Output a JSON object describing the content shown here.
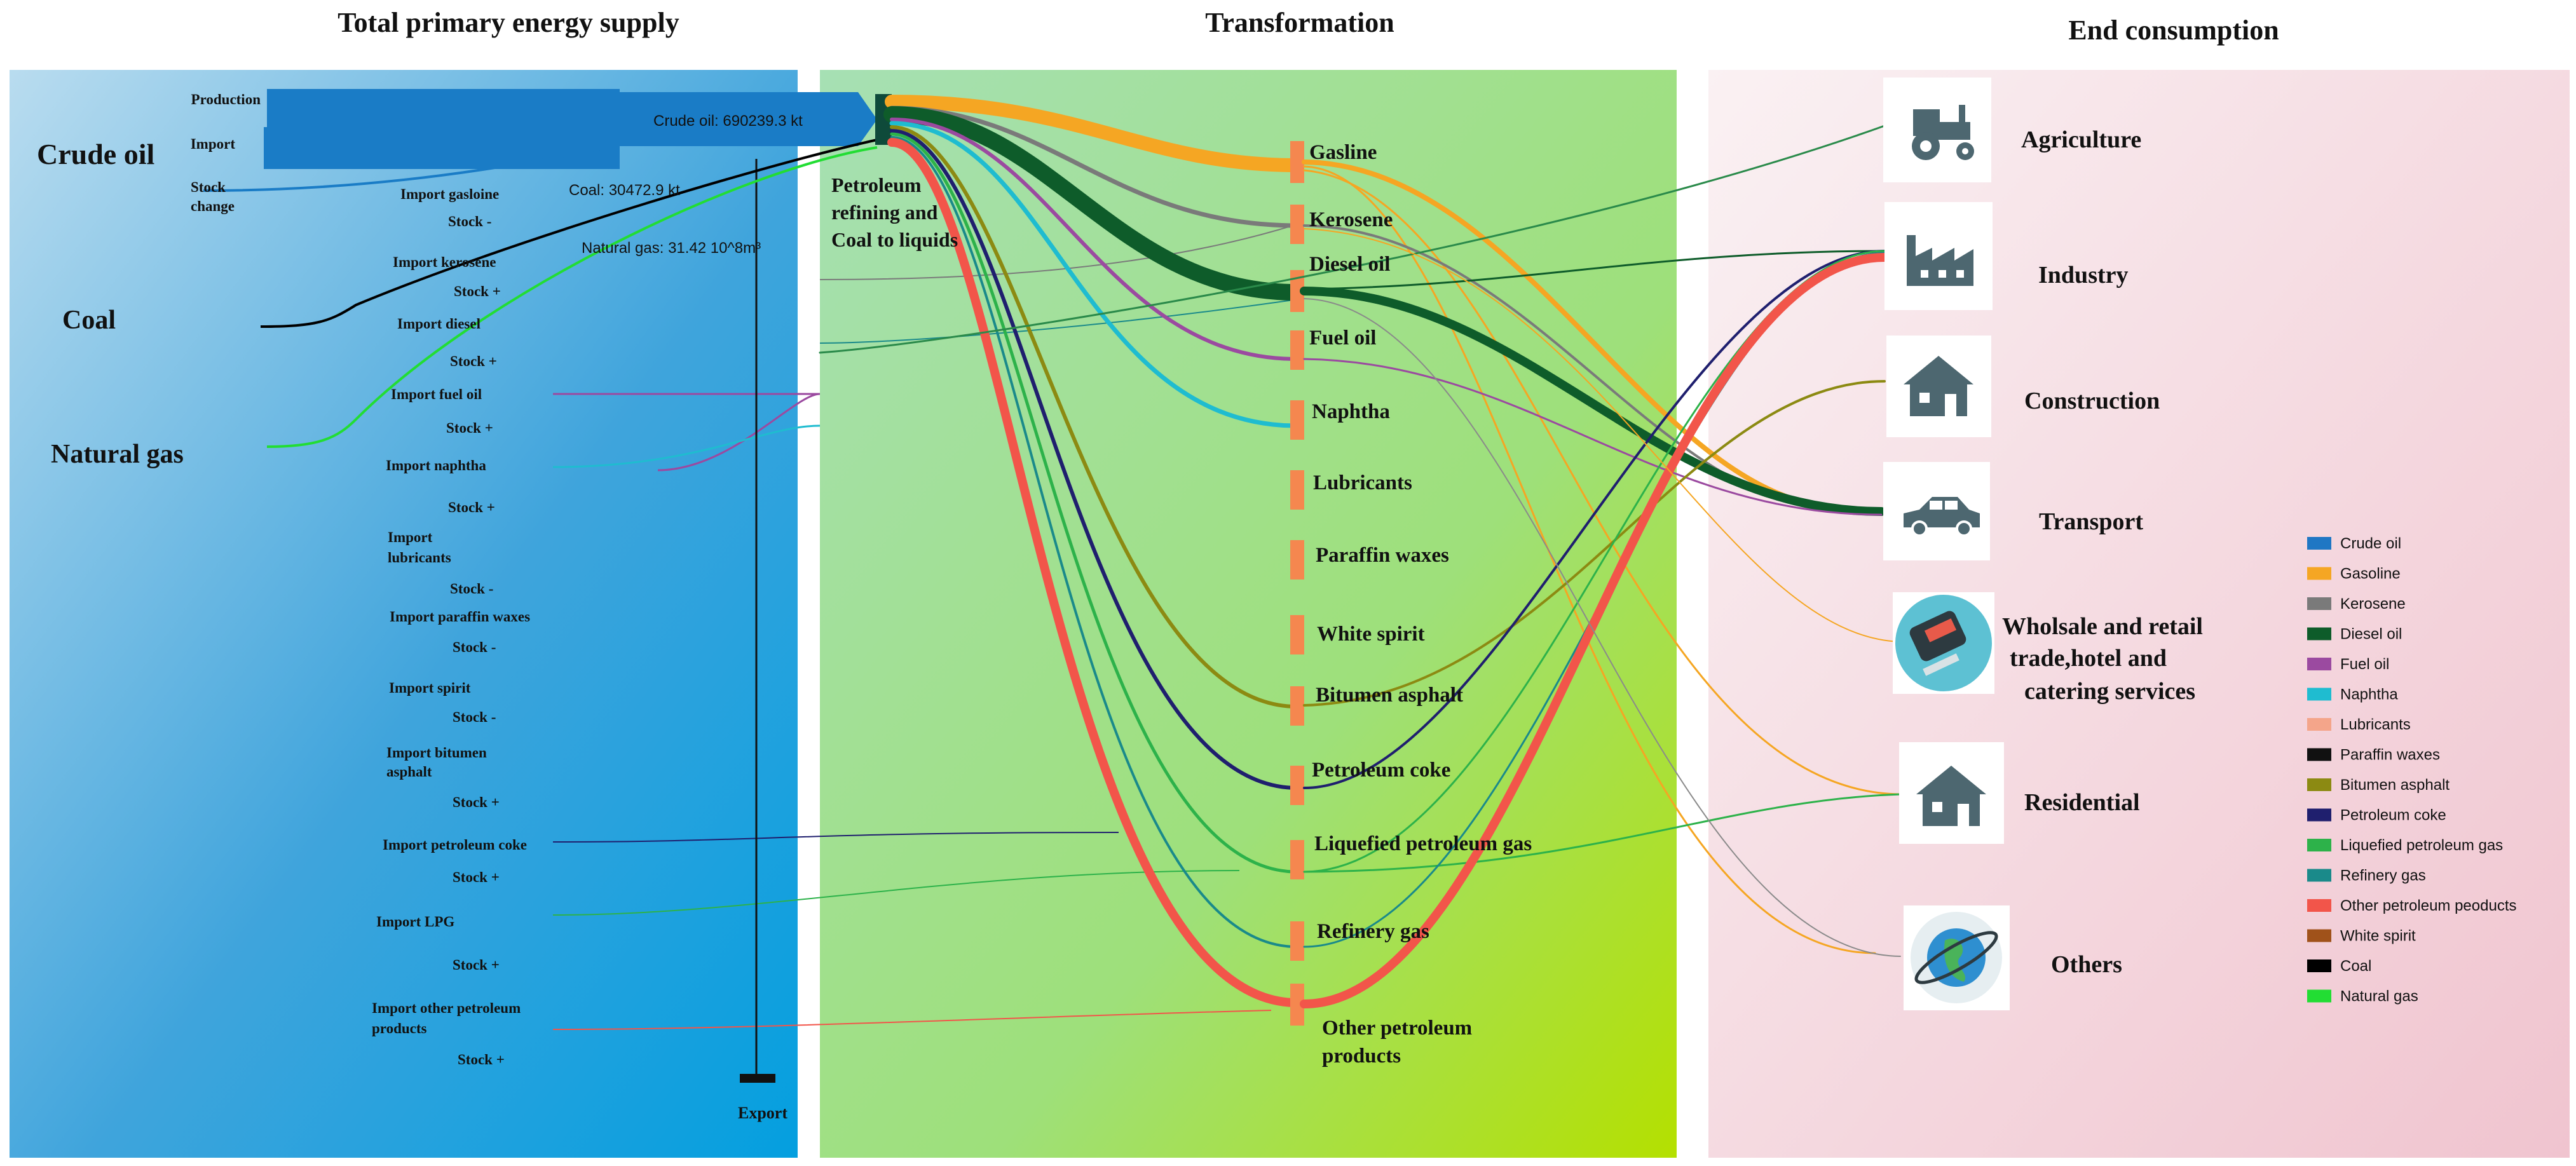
{
  "headers": {
    "supply": "Total primary energy supply",
    "transformation": "Transformation",
    "end": "End consumption"
  },
  "sources": {
    "crude_oil": "Crude oil",
    "coal": "Coal",
    "natural_gas": "Natural gas",
    "production": "Production",
    "import": "Import",
    "stock_change_1": "Stock",
    "stock_change_2": "change"
  },
  "flow_labels": {
    "crude_oil": "Crude oil: 690239.3 kt",
    "coal": "Coal: 30472.9 kt",
    "natural_gas": "Natural gas: 31.42 10^8m³"
  },
  "imports": [
    "Import gasloine",
    "Stock -",
    "Import kerosene",
    "Stock +",
    "Import diesel",
    "Stock +",
    "Import fuel oil",
    "Stock +",
    "Import naphtha",
    "Stock +",
    "Import",
    "lubricants",
    "Stock -",
    "Import paraffin waxes",
    "Stock -",
    "Import spirit",
    "Stock -",
    "Import bitumen",
    "asphalt",
    "Stock +",
    "Import petroleum coke",
    "Stock +",
    "Import LPG",
    "Stock +",
    "Import other petroleum",
    "products",
    "Stock +"
  ],
  "export": "Export",
  "refinery": [
    "Petroleum",
    "refining and",
    "Coal to liquids"
  ],
  "products": [
    "Gasline",
    "Kerosene",
    "Diesel oil",
    "Fuel oil",
    "Naphtha",
    "Lubricants",
    "Paraffin waxes",
    "White spirit",
    "Bitumen asphalt",
    "Petroleum coke",
    "Liquefied petroleum gas",
    "Refinery gas",
    "Other petroleum",
    "products"
  ],
  "sectors": [
    "Agriculture",
    "Industry",
    "Construction",
    "Transport",
    "Wholsale and retail",
    "trade,hotel and",
    "catering services",
    "Residential",
    "Others"
  ],
  "legend": [
    {
      "label": "Crude oil",
      "color": "#1f77c4"
    },
    {
      "label": "Gasoline",
      "color": "#f5a623"
    },
    {
      "label": "Kerosene",
      "color": "#7a7a7a"
    },
    {
      "label": "Diesel oil",
      "color": "#0e5c2a"
    },
    {
      "label": "Fuel oil",
      "color": "#9b4aa0"
    },
    {
      "label": "Naphtha",
      "color": "#1fbcd0"
    },
    {
      "label": "Lubricants",
      "color": "#f4a58a"
    },
    {
      "label": "Paraffin waxes",
      "color": "#111111"
    },
    {
      "label": "Bitumen asphalt",
      "color": "#8c8a12"
    },
    {
      "label": "Petroleum coke",
      "color": "#1f1f6e"
    },
    {
      "label": "Liquefied petroleum gas",
      "color": "#2db24a"
    },
    {
      "label": "Refinery gas",
      "color": "#1a8a8a"
    },
    {
      "label": "Other petroleum peoducts",
      "color": "#f2554a"
    },
    {
      "label": "White spirit",
      "color": "#a0521a"
    },
    {
      "label": "Coal",
      "color": "#000000"
    },
    {
      "label": "Natural gas",
      "color": "#22dd33"
    }
  ]
}
